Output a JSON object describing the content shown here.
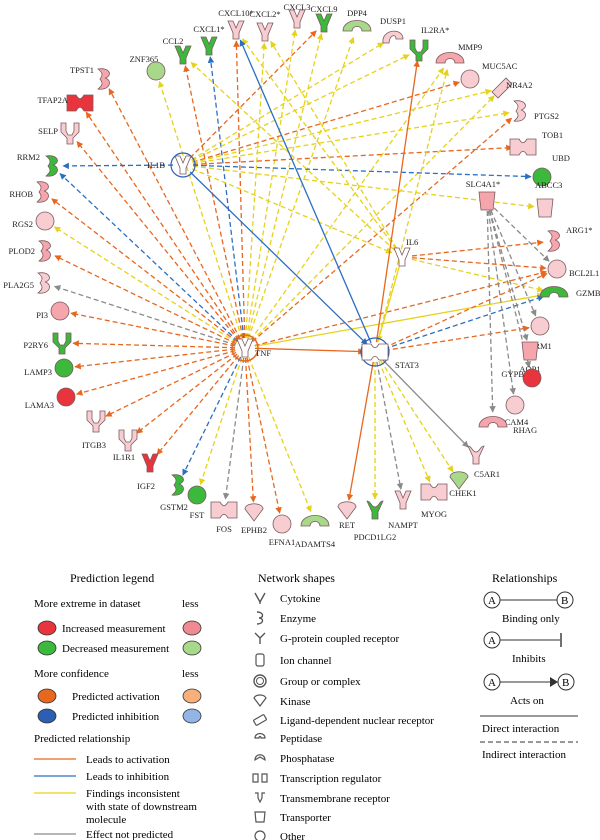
{
  "colors": {
    "orange": "#e8671e",
    "blue": "#2c6fc1",
    "yellow": "#e6d21a",
    "gray": "#8a8a8a",
    "red_strong": "#e8343d",
    "red_light": "#f4a6ac",
    "pink_light": "#f7cdd1",
    "green_strong": "#3cb83c",
    "green_light": "#a8d98a",
    "orange_strong": "#e8671e",
    "orange_light": "#f7b07a",
    "blue_strong": "#2c5fb3",
    "blue_light": "#93b5e6"
  },
  "network": {
    "nodes": [
      {
        "id": "IL1B",
        "label": "IL1B",
        "shape": "cytokine",
        "fill": "white"
      },
      {
        "id": "IL6",
        "label": "IL6",
        "shape": "cytokine",
        "fill": "white"
      },
      {
        "id": "TNF",
        "label": "TNF",
        "shape": "cytokine",
        "fill": "white"
      },
      {
        "id": "STAT3",
        "label": "STAT3",
        "shape": "tf",
        "fill": "white"
      },
      {
        "id": "CCL2",
        "label": "CCL2",
        "shape": "cytokine",
        "fill": "green_strong"
      },
      {
        "id": "CXCL1",
        "label": "CXCL1*",
        "shape": "cytokine",
        "fill": "green_strong"
      },
      {
        "id": "CXCL10",
        "label": "CXCL10*",
        "shape": "cytokine",
        "fill": "pink_light"
      },
      {
        "id": "CXCL2",
        "label": "CXCL2*",
        "shape": "cytokine",
        "fill": "pink_light"
      },
      {
        "id": "CXCL3",
        "label": "CXCL3",
        "shape": "cytokine",
        "fill": "pink_light"
      },
      {
        "id": "CXCL9",
        "label": "CXCL9",
        "shape": "cytokine",
        "fill": "green_strong"
      },
      {
        "id": "DPP4",
        "label": "DPP4",
        "shape": "peptidase",
        "fill": "green_light"
      },
      {
        "id": "DUSP1",
        "label": "DUSP1",
        "shape": "phosphatase",
        "fill": "pink_light"
      },
      {
        "id": "IL2RA",
        "label": "IL2RA*",
        "shape": "receptor",
        "fill": "green_strong"
      },
      {
        "id": "MMP9",
        "label": "MMP9",
        "shape": "peptidase",
        "fill": "red_light"
      },
      {
        "id": "MUC5AC",
        "label": "MUC5AC",
        "shape": "other",
        "fill": "pink_light"
      },
      {
        "id": "NR4A2",
        "label": "NR4A2",
        "shape": "nuclear",
        "fill": "pink_light"
      },
      {
        "id": "PTGS2",
        "label": "PTGS2",
        "shape": "enzyme",
        "fill": "pink_light"
      },
      {
        "id": "TOB1",
        "label": "TOB1",
        "shape": "tf",
        "fill": "pink_light"
      },
      {
        "id": "UBD",
        "label": "UBD",
        "shape": "other",
        "fill": "green_strong"
      },
      {
        "id": "SLC4A1",
        "label": "SLC4A1*",
        "shape": "transporter",
        "fill": "red_light"
      },
      {
        "id": "ABCC3",
        "label": "ABCC3",
        "shape": "transporter",
        "fill": "pink_light"
      },
      {
        "id": "ARG1",
        "label": "ARG1*",
        "shape": "enzyme",
        "fill": "red_light"
      },
      {
        "id": "BCL2L1",
        "label": "BCL2L1",
        "shape": "other",
        "fill": "pink_light"
      },
      {
        "id": "GZMB",
        "label": "GZMB",
        "shape": "peptidase",
        "fill": "green_strong"
      },
      {
        "id": "ORM1",
        "label": "ORM1",
        "shape": "other",
        "fill": "pink_light"
      },
      {
        "id": "AQP1",
        "label": "AQP1",
        "shape": "transporter",
        "fill": "red_light"
      },
      {
        "id": "GYPB",
        "label": "GYPB",
        "shape": "other",
        "fill": "red_strong"
      },
      {
        "id": "ICAM4",
        "label": "ICAM4",
        "shape": "other",
        "fill": "pink_light"
      },
      {
        "id": "RHAG",
        "label": "RHAG",
        "shape": "peptidase",
        "fill": "red_light"
      },
      {
        "id": "C5AR1",
        "label": "C5AR1",
        "shape": "gpcr",
        "fill": "pink_light"
      },
      {
        "id": "CHEK1",
        "label": "CHEK1",
        "shape": "kinase",
        "fill": "green_light"
      },
      {
        "id": "MYOG",
        "label": "MYOG",
        "shape": "tf",
        "fill": "pink_light"
      },
      {
        "id": "NAMPT",
        "label": "NAMPT",
        "shape": "cytokine",
        "fill": "pink_light"
      },
      {
        "id": "PDCD1LG2",
        "label": "PDCD1LG2",
        "shape": "gpcr",
        "fill": "green_strong"
      },
      {
        "id": "RET",
        "label": "RET",
        "shape": "kinase",
        "fill": "pink_light"
      },
      {
        "id": "ADAMTS4",
        "label": "ADAMTS4",
        "shape": "peptidase",
        "fill": "green_light"
      },
      {
        "id": "EFNA1",
        "label": "EFNA1",
        "shape": "other",
        "fill": "pink_light"
      },
      {
        "id": "EPHB2",
        "label": "EPHB2",
        "shape": "kinase",
        "fill": "pink_light"
      },
      {
        "id": "FOS",
        "label": "FOS",
        "shape": "tf",
        "fill": "pink_light"
      },
      {
        "id": "FST",
        "label": "FST",
        "shape": "other",
        "fill": "green_strong"
      },
      {
        "id": "GSTM2",
        "label": "GSTM2",
        "shape": "enzyme",
        "fill": "green_strong"
      },
      {
        "id": "IGF2",
        "label": "IGF2",
        "shape": "cytokine",
        "fill": "red_strong"
      },
      {
        "id": "IL1R1",
        "label": "IL1R1",
        "shape": "receptor",
        "fill": "pink_light"
      },
      {
        "id": "ITGB3",
        "label": "ITGB3",
        "shape": "receptor",
        "fill": "pink_light"
      },
      {
        "id": "LAMA3",
        "label": "LAMA3",
        "shape": "other",
        "fill": "red_strong"
      },
      {
        "id": "LAMP3",
        "label": "LAMP3",
        "shape": "other",
        "fill": "green_strong"
      },
      {
        "id": "P2RY6",
        "label": "P2RY6",
        "shape": "receptor",
        "fill": "green_strong"
      },
      {
        "id": "PI3",
        "label": "PI3",
        "shape": "other",
        "fill": "red_light"
      },
      {
        "id": "PLA2G5",
        "label": "PLA2G5",
        "shape": "enzyme",
        "fill": "pink_light"
      },
      {
        "id": "PLOD2",
        "label": "PLOD2",
        "shape": "enzyme",
        "fill": "red_light"
      },
      {
        "id": "RGS2",
        "label": "RGS2",
        "shape": "other",
        "fill": "pink_light"
      },
      {
        "id": "RHOB",
        "label": "RHOB",
        "shape": "enzyme",
        "fill": "red_light"
      },
      {
        "id": "RRM2",
        "label": "RRM2",
        "shape": "enzyme",
        "fill": "green_strong"
      },
      {
        "id": "SELP",
        "label": "SELP",
        "shape": "receptor",
        "fill": "pink_light"
      },
      {
        "id": "TFAP2A",
        "label": "TFAP2A",
        "shape": "tf",
        "fill": "red_strong"
      },
      {
        "id": "TPST1",
        "label": "TPST1",
        "shape": "enzyme",
        "fill": "red_light"
      },
      {
        "id": "ZNF365",
        "label": "ZNF365",
        "shape": "other",
        "fill": "green_light"
      }
    ],
    "edges": [
      [
        "TNF",
        "TPST1",
        "orange",
        1
      ],
      [
        "TNF",
        "TFAP2A",
        "orange",
        1
      ],
      [
        "TNF",
        "SELP",
        "orange",
        1
      ],
      [
        "TNF",
        "RRM2",
        "blue",
        1
      ],
      [
        "TNF",
        "RHOB",
        "orange",
        1
      ],
      [
        "TNF",
        "RGS2",
        "yellow",
        1
      ],
      [
        "TNF",
        "PLOD2",
        "orange",
        1
      ],
      [
        "TNF",
        "PLA2G5",
        "gray",
        1
      ],
      [
        "TNF",
        "PI3",
        "orange",
        1
      ],
      [
        "TNF",
        "P2RY6",
        "orange",
        1
      ],
      [
        "TNF",
        "LAMP3",
        "orange",
        1
      ],
      [
        "TNF",
        "LAMA3",
        "orange",
        1
      ],
      [
        "TNF",
        "ITGB3",
        "orange",
        1
      ],
      [
        "TNF",
        "IL1R1",
        "orange",
        1
      ],
      [
        "TNF",
        "IGF2",
        "orange",
        1
      ],
      [
        "TNF",
        "GSTM2",
        "blue",
        1
      ],
      [
        "TNF",
        "FST",
        "yellow",
        1
      ],
      [
        "TNF",
        "FOS",
        "gray",
        1
      ],
      [
        "TNF",
        "EPHB2",
        "orange",
        1
      ],
      [
        "TNF",
        "EFNA1",
        "orange",
        1
      ],
      [
        "TNF",
        "ADAMTS4",
        "yellow",
        1
      ],
      [
        "TNF",
        "ZNF365",
        "yellow",
        1
      ],
      [
        "TNF",
        "CCL2",
        "orange",
        1
      ],
      [
        "TNF",
        "CXCL1",
        "blue",
        1
      ],
      [
        "TNF",
        "CXCL10",
        "orange",
        1
      ],
      [
        "TNF",
        "CXCL2",
        "yellow",
        1
      ],
      [
        "TNF",
        "CXCL3",
        "yellow",
        1
      ],
      [
        "TNF",
        "CXCL9",
        "yellow",
        1
      ],
      [
        "TNF",
        "DPP4",
        "yellow",
        1
      ],
      [
        "TNF",
        "MMP9",
        "yellow",
        1
      ],
      [
        "TNF",
        "NR4A2",
        "yellow",
        1
      ],
      [
        "TNF",
        "PTGS2",
        "orange",
        1
      ],
      [
        "TNF",
        "BCL2L1",
        "orange",
        1
      ],
      [
        "TNF",
        "GZMB",
        "yellow",
        0
      ],
      [
        "TNF",
        "STAT3",
        "orange",
        0
      ],
      [
        "IL1B",
        "TOB1",
        "orange",
        1
      ],
      [
        "IL1B",
        "UBD",
        "blue",
        1
      ],
      [
        "IL1B",
        "ABCC3",
        "yellow",
        1
      ],
      [
        "IL1B",
        "PTGS2",
        "yellow",
        1
      ],
      [
        "IL1B",
        "CXCL9",
        "orange",
        1
      ],
      [
        "IL1B",
        "DUSP1",
        "yellow",
        1
      ],
      [
        "IL1B",
        "IL2RA",
        "yellow",
        1
      ],
      [
        "IL1B",
        "MUC5AC",
        "orange",
        1
      ],
      [
        "IL1B",
        "RRM2",
        "blue",
        1
      ],
      [
        "IL1B",
        "STAT3",
        "blue",
        0
      ],
      [
        "IL1B",
        "IL6",
        "yellow",
        1
      ],
      [
        "IL1B",
        "NR4A2",
        "yellow",
        1
      ],
      [
        "IL6",
        "BCL2L1",
        "orange",
        1
      ],
      [
        "IL6",
        "GZMB",
        "yellow",
        1
      ],
      [
        "IL6",
        "ARG1",
        "orange",
        1
      ],
      [
        "IL6",
        "CCL2",
        "yellow",
        1
      ],
      [
        "IL6",
        "CXCL10",
        "yellow",
        1
      ],
      [
        "IL6",
        "CXCL2",
        "yellow",
        1
      ],
      [
        "IL6",
        "STAT3",
        "yellow",
        0
      ],
      [
        "STAT3",
        "IL2RA",
        "orange",
        0
      ],
      [
        "STAT3",
        "CXCL10",
        "blue",
        0
      ],
      [
        "STAT3",
        "MMP9",
        "yellow",
        1
      ],
      [
        "STAT3",
        "ORM1",
        "orange",
        1
      ],
      [
        "STAT3",
        "GZMB",
        "blue",
        1
      ],
      [
        "STAT3",
        "C5AR1",
        "gray",
        0
      ],
      [
        "STAT3",
        "CHEK1",
        "yellow",
        1
      ],
      [
        "STAT3",
        "MYOG",
        "yellow",
        1
      ],
      [
        "STAT3",
        "NAMPT",
        "gray",
        1
      ],
      [
        "STAT3",
        "PDCD1LG2",
        "yellow",
        1
      ],
      [
        "STAT3",
        "RET",
        "orange",
        0
      ],
      [
        "STAT3",
        "BCL2L1",
        "orange",
        1
      ],
      [
        "SLC4A1",
        "AQP1",
        "gray",
        1
      ],
      [
        "SLC4A1",
        "GYPB",
        "gray",
        1
      ],
      [
        "SLC4A1",
        "ICAM4",
        "gray",
        1
      ],
      [
        "SLC4A1",
        "RHAG",
        "gray",
        1
      ],
      [
        "SLC4A1",
        "ORM1",
        "gray",
        1
      ],
      [
        "SLC4A1",
        "BCL2L1",
        "gray",
        1
      ]
    ]
  },
  "legend": {
    "prediction": {
      "title": "Prediction legend",
      "more_extreme": "More extreme in dataset",
      "less1": "less",
      "increased": "Increased measurement",
      "decreased": "Decreased measurement",
      "more_confidence": "More confidence",
      "less2": "less",
      "pred_activation": "Predicted activation",
      "pred_inhibition": "Predicted inhibition",
      "relationship_title": "Predicted relationship",
      "leads_activation": "Leads to activation",
      "leads_inhibition": "Leads to inhibition",
      "findings_line1": "Findings inconsistent",
      "findings_line2": "with state of downstream",
      "findings_line3": "molecule",
      "not_predicted": "Effect not predicted"
    },
    "shapes": {
      "title": "Network shapes",
      "items": [
        "Cytokine",
        "Enzyme",
        "G-protein coupled receptor",
        "Ion channel",
        "Group or complex",
        "Kinase",
        "Ligand-dependent nuclear receptor",
        "Peptidase",
        "Phosphatase",
        "Transcription regulator",
        "Transmembrane receptor",
        "Transporter",
        "Other"
      ]
    },
    "relationships": {
      "title": "Relationships",
      "node_a": "A",
      "node_b": "B",
      "binding": "Binding only",
      "inhibits": "Inhibits",
      "acts_on": "Acts on",
      "direct": "Direct interaction",
      "indirect": "Indirect interaction"
    }
  }
}
